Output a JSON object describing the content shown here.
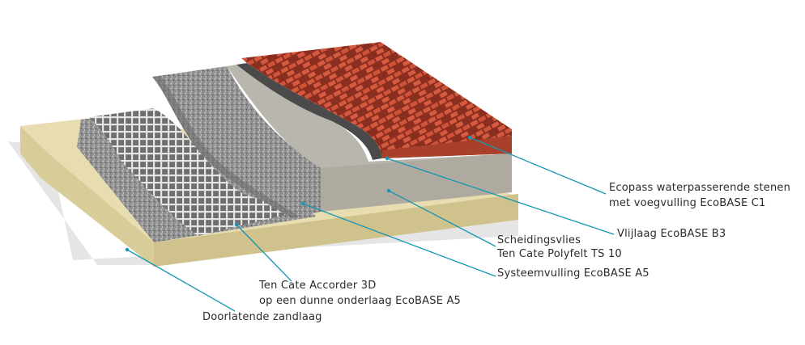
{
  "labels": {
    "ecopass_line1": "Ecopass waterpasserende stenen",
    "ecopass_line2": "met voegvulling EcoBASE C1",
    "vlijlaag": "Vlijlaag EcoBASE B3",
    "scheidingsvlies_line1": "Scheidingsvlies",
    "scheidingsvlies_line2": "Ten Cate Polyfelt TS 10",
    "systeemvulling": "Systeemvulling EcoBASE A5",
    "accorder_line1": "Ten Cate Accorder 3D",
    "accorder_line2": "op een dunne onderlaag EcoBASE A5",
    "zandlaag": "Doorlatende zandlaag"
  },
  "colors": {
    "leader": "#1696b4",
    "sand": "#e6dcae",
    "sand_side": "#c9bd8a",
    "gravel": "#9a9a9a",
    "geotextile": "#b8b5ad",
    "brick": "#c8523a",
    "grid": "#d9d9d9"
  }
}
